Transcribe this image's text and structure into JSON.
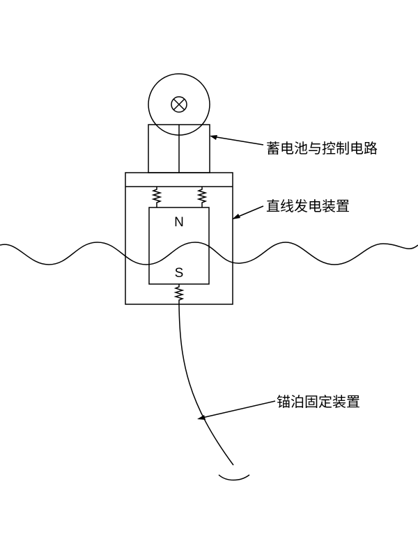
{
  "labels": {
    "battery": "蓄电池与控制电路",
    "generator": "直线发电装置",
    "anchor": "锚泊固定装置"
  },
  "magnet": {
    "north": "N",
    "south": "S"
  },
  "icons": [
    "lamp-icon",
    "spring-icon",
    "anchor-hook-icon",
    "wave-line"
  ]
}
